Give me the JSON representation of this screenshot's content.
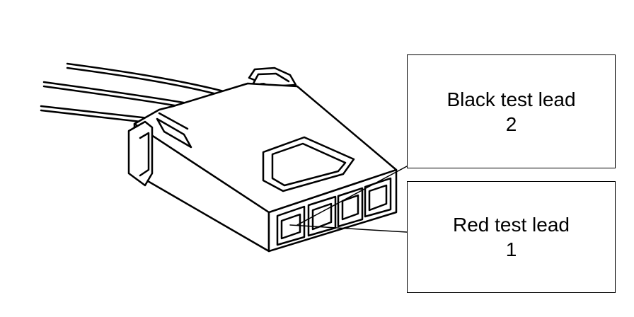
{
  "callouts": {
    "black": {
      "label": "Black test lead",
      "number": "2"
    },
    "red": {
      "label": "Red test lead",
      "number": "1"
    }
  },
  "colors": {
    "line": "#000000",
    "background": "#ffffff"
  }
}
